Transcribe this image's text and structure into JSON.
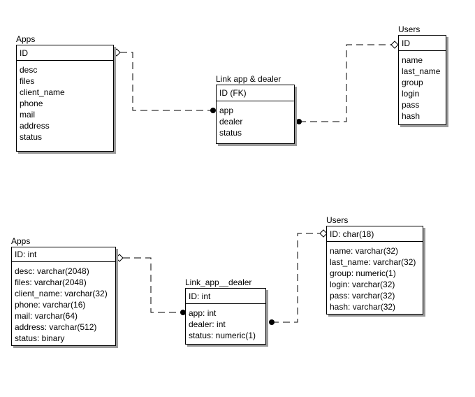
{
  "diagram_top": {
    "apps": {
      "title": "Apps",
      "key": "ID",
      "attributes": [
        "desc",
        "files",
        "client_name",
        "phone",
        "mail",
        "address",
        "status"
      ]
    },
    "link": {
      "title": "Link app & dealer",
      "key": "ID (FK)",
      "attributes": [
        "app",
        "dealer",
        "status"
      ]
    },
    "users": {
      "title": "Users",
      "key": "ID",
      "attributes": [
        "name",
        "last_name",
        "group",
        "login",
        "pass",
        "hash"
      ]
    }
  },
  "diagram_bottom": {
    "apps": {
      "title": "Apps",
      "key": "ID: int",
      "attributes": [
        "desc: varchar(2048)",
        "files: varchar(2048)",
        "client_name: varchar(32)",
        "phone: varchar(16)",
        "mail: varchar(64)",
        "address: varchar(512)",
        "status: binary"
      ]
    },
    "link": {
      "title": "Link_app__dealer",
      "key": "ID: int",
      "attributes": [
        "app: int",
        "dealer: int",
        "status: numeric(1)"
      ]
    },
    "users": {
      "title": "Users",
      "key": "ID: char(18)",
      "attributes": [
        "name: varchar(32)",
        "last_name: varchar(32)",
        "group: numeric(1)",
        "login: varchar(32)",
        "pass: varchar(32)",
        "hash: varchar(32)"
      ]
    }
  }
}
